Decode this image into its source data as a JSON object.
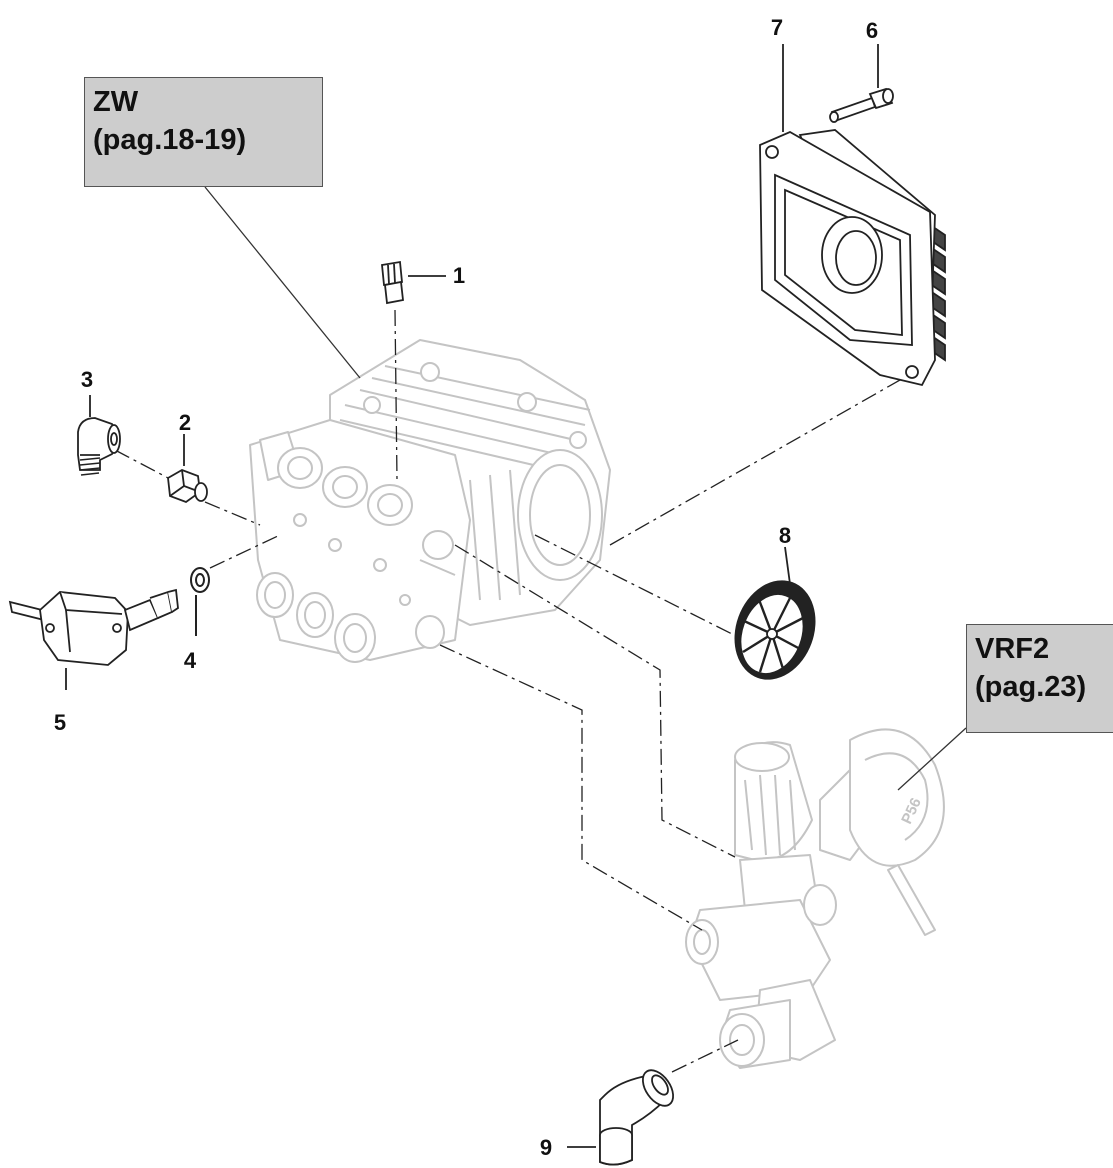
{
  "references": {
    "zw": {
      "name": "ZW",
      "pages": "(pag.18-19)"
    },
    "vrf2": {
      "name": "VRF2",
      "pages": "(pag.23)"
    }
  },
  "callouts": [
    {
      "id": "1",
      "label": "1"
    },
    {
      "id": "2",
      "label": "2"
    },
    {
      "id": "3",
      "label": "3"
    },
    {
      "id": "4",
      "label": "4"
    },
    {
      "id": "5",
      "label": "5"
    },
    {
      "id": "6",
      "label": "6"
    },
    {
      "id": "7",
      "label": "7"
    },
    {
      "id": "8",
      "label": "8"
    },
    {
      "id": "9",
      "label": "9"
    }
  ],
  "colors": {
    "ink": "#111111",
    "ghost": "#c4c4c4",
    "box_fill": "#cdcdcd",
    "dark_part": "#222222"
  },
  "printed_marks": [
    "P56"
  ]
}
